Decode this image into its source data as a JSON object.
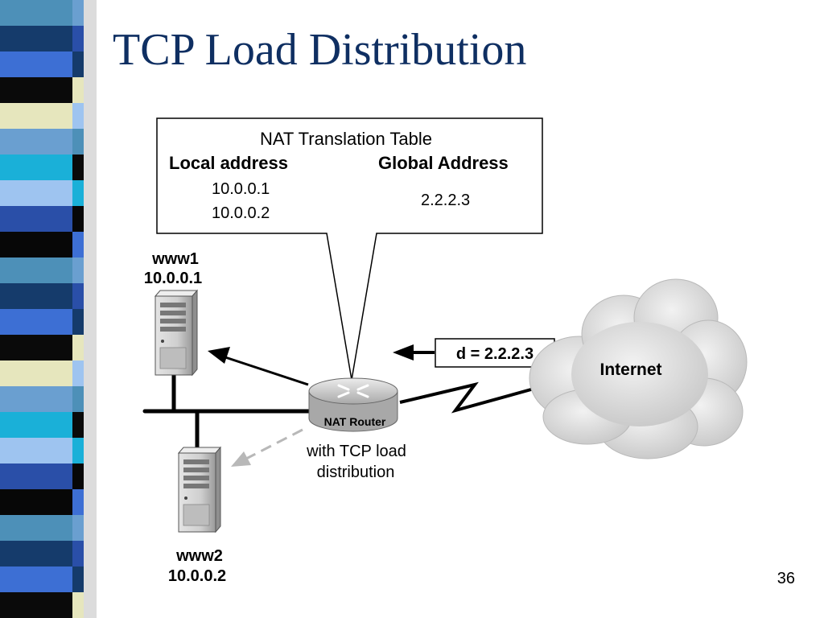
{
  "slide": {
    "title": "TCP Load Distribution",
    "page_number": "36"
  },
  "nat_table": {
    "title": "NAT Translation Table",
    "local_header": "Local address",
    "global_header": "Global Address",
    "local_addresses": [
      "10.0.0.1",
      "10.0.0.2"
    ],
    "global_address": "2.2.2.3"
  },
  "servers": [
    {
      "name": "www1",
      "ip": "10.0.0.1"
    },
    {
      "name": "www2",
      "ip": "10.0.0.2"
    }
  ],
  "router": {
    "label": "NAT Router",
    "caption_line1": "with TCP load",
    "caption_line2": "distribution"
  },
  "packet_label": "d = 2.2.2.3",
  "cloud_label": "Internet",
  "colors": {
    "title": "#0f2f62",
    "stripe": [
      "#4d90b8",
      "#153b6b",
      "#3d6fd4",
      "#0a0a0a",
      "#e6e6bd",
      "#6a9fd0",
      "#1ab0d8",
      "#9ec4f0",
      "#2a4fa8",
      "#070707"
    ]
  }
}
